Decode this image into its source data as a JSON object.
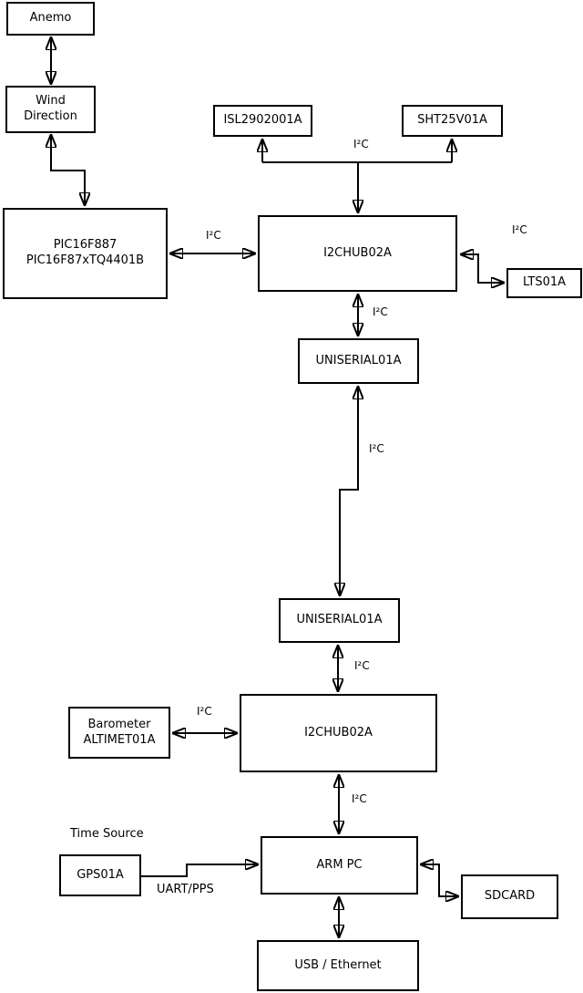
{
  "diagram": {
    "background_color": "#ffffff",
    "line_color": "#000000",
    "nodes": {
      "anemo": {
        "label": "Anemo"
      },
      "wind_direction": {
        "label": "Wind\nDirection"
      },
      "pic": {
        "label": "PIC16F887\nPIC16F87xTQ4401B"
      },
      "isl": {
        "label": "ISL2902001A"
      },
      "sht": {
        "label": "SHT25V01A"
      },
      "hub1": {
        "label": "I2CHUB02A"
      },
      "lts": {
        "label": "LTS01A"
      },
      "uniserial1": {
        "label": "UNISERIAL01A"
      },
      "uniserial2": {
        "label": "UNISERIAL01A"
      },
      "barometer": {
        "label": "Barometer\nALTIMET01A"
      },
      "hub2": {
        "label": "I2CHUB02A"
      },
      "armpc": {
        "label": "ARM PC"
      },
      "gps": {
        "label": "GPS01A"
      },
      "sdcard": {
        "label": "SDCARD"
      },
      "usb": {
        "label": "USB / Ethernet"
      }
    },
    "edge_labels": {
      "i2c": "I²C",
      "uart_pps": "UART/PPS",
      "time_source": "Time Source"
    }
  }
}
